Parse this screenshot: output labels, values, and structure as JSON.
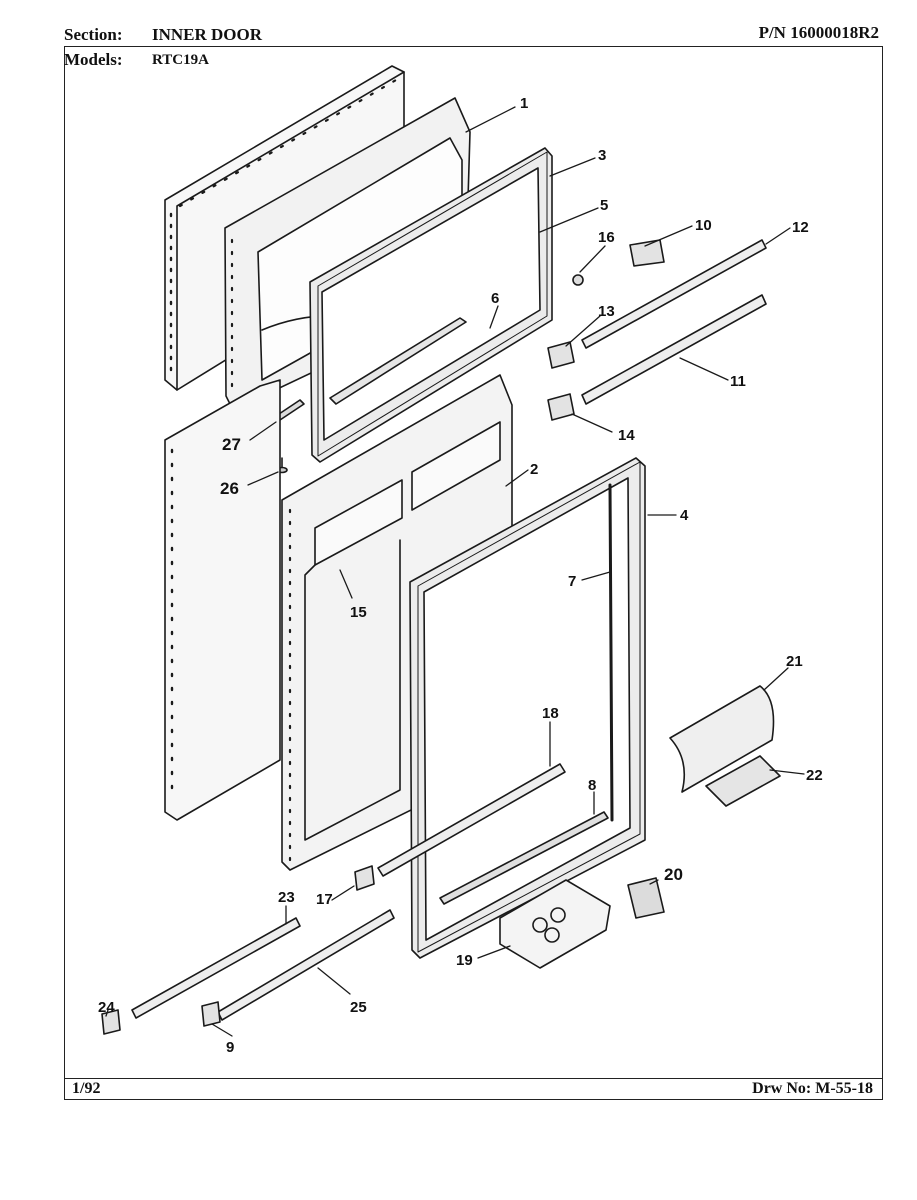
{
  "header": {
    "section_label": "Section:",
    "section_value": "INNER DOOR",
    "part_number": "P/N 16000018R2",
    "models_label": "Models:",
    "models_value": "RTC19A"
  },
  "footer": {
    "date": "1/92",
    "drawing_number": "Drw No: M-55-18"
  },
  "callouts": [
    "1",
    "2",
    "3",
    "4",
    "5",
    "6",
    "7",
    "8",
    "9",
    "10",
    "11",
    "12",
    "13",
    "14",
    "15",
    "16",
    "17",
    "18",
    "19",
    "20",
    "21",
    "22",
    "23",
    "24",
    "25",
    "26",
    "27"
  ]
}
